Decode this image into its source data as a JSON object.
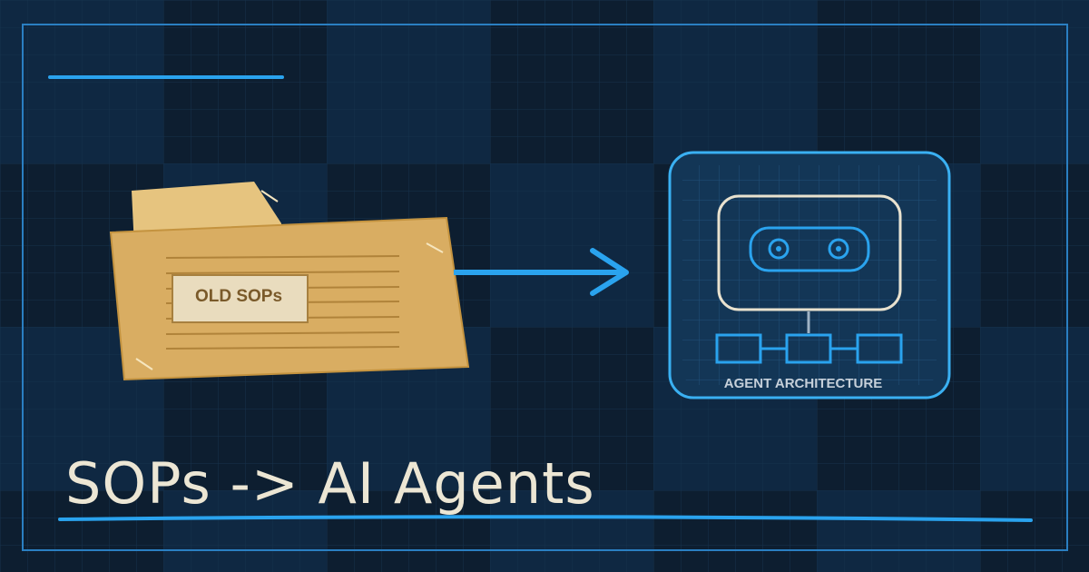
{
  "folder": {
    "label": "OLD SOPs"
  },
  "agent_panel": {
    "caption": "AGENT ARCHITECTURE"
  },
  "headline": {
    "text": "SOPs -> AI Agents"
  },
  "colors": {
    "background": "#0d1e30",
    "accent_blue": "#2aa3ee",
    "folder_tan": "#d9ad62",
    "folder_tab": "#e6c47f",
    "label_card": "#e9dcbe",
    "label_text": "#7a5a2a",
    "robot_outline": "#e9e2cf",
    "title_text": "#ece6d4"
  },
  "icons": [
    "folder-icon",
    "arrow-right-icon",
    "robot-icon",
    "network-nodes-icon"
  ]
}
